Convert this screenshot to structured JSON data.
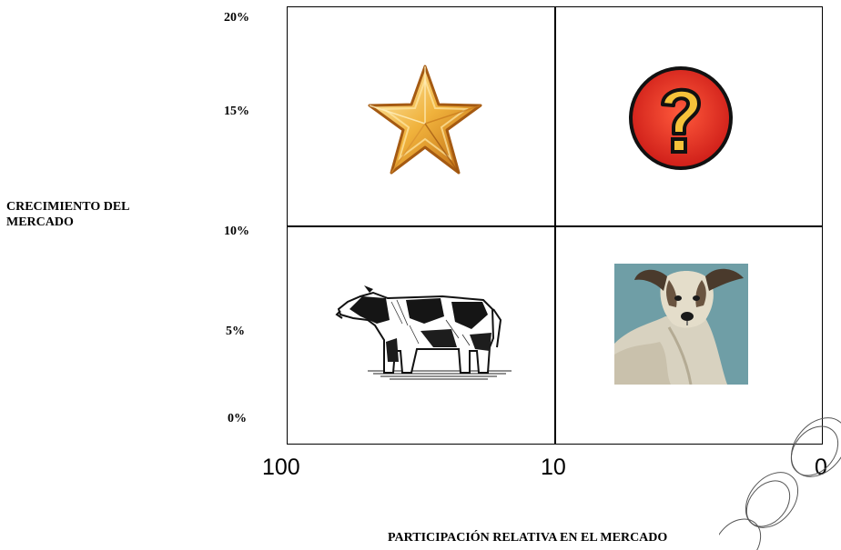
{
  "axes": {
    "y_label_line1": "CRECIMIENTO DEL",
    "y_label_line2": "MERCADO",
    "x_label": "PARTICIPACIÓN RELATIVA EN EL MERCADO",
    "y_ticks": [
      "20%",
      "15%",
      "10%",
      "5%",
      "0%"
    ],
    "x_ticks": [
      "100",
      "10",
      "0"
    ]
  },
  "quadrants": {
    "top_left": "star-icon",
    "top_right": "question-mark-icon",
    "bottom_left": "cow-icon",
    "bottom_right": "dog-icon"
  },
  "colors": {
    "star": "#e8a630",
    "question_circle": "#e0281e",
    "question_mark": "#f6c23a",
    "dog_background": "#6f9ea6"
  }
}
